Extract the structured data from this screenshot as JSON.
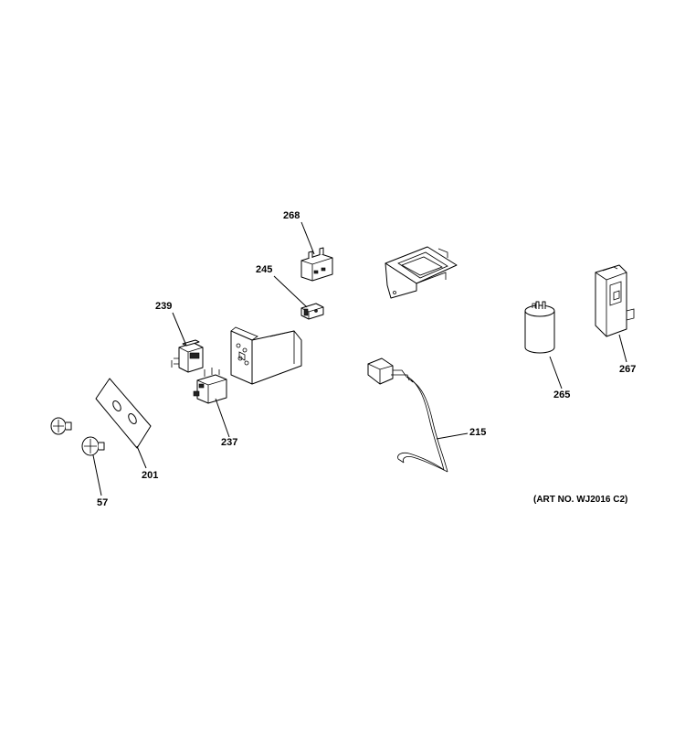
{
  "diagram": {
    "callouts": {
      "p268": "268",
      "p245": "245",
      "p239": "239",
      "p237": "237",
      "p201": "201",
      "p57": "57",
      "p215": "215",
      "p265": "265",
      "p267": "267"
    },
    "art_number": "(ART NO. WJ2016 C2)"
  }
}
